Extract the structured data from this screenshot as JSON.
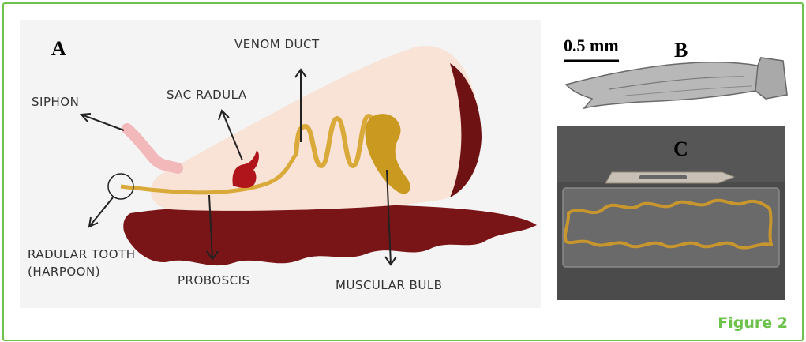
{
  "figure_label": "Figure 2",
  "panels": {
    "a": {
      "letter": "A",
      "labels": {
        "venom_duct": "VENOM DUCT",
        "sac_radula": "SAC RADULA",
        "siphon": "SIPHON",
        "radular_tooth_line1": "RADULAR TOOTH",
        "radular_tooth_line2": "(HARPOON)",
        "proboscis": "PROBOSCIS",
        "muscular_bulb": "MUSCULAR BULB"
      }
    },
    "b": {
      "letter": "B",
      "scale_bar": "0.5 mm"
    },
    "c": {
      "letter": "C"
    }
  },
  "colors": {
    "frame_border": "#6cc24a",
    "shell": "#f9e3d6",
    "foot": "#7a1517",
    "venom_duct": "#d9a93a",
    "muscular_bulb": "#c99a1f",
    "sac_radula": "#b0151c",
    "siphon": "#f2b8ba"
  }
}
